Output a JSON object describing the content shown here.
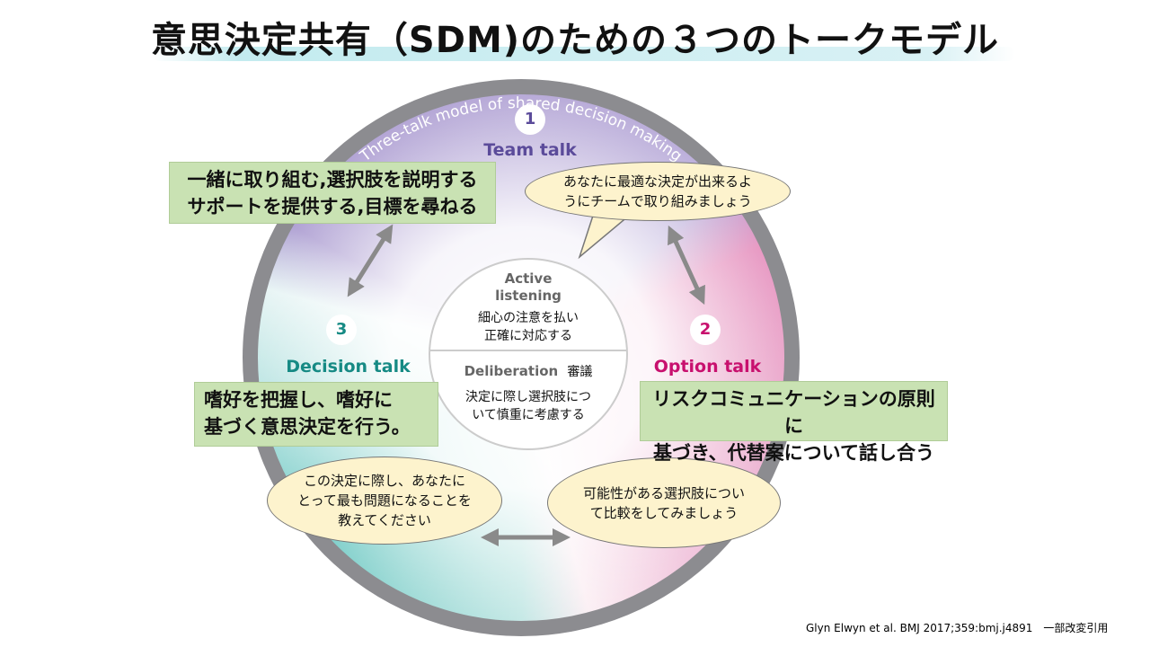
{
  "title": "意思決定共有（SDM)のための３つのトークモデル",
  "ring_label": "Three-talk model of shared decision making",
  "team": {
    "number": "1",
    "label": "Team talk",
    "box": [
      "一緒に取り組む,選択肢を説明する",
      "サポートを提供する,目標を尋ねる"
    ],
    "bubble": [
      "あなたに最適な決定が出来るよ",
      "うにチームで取り組みましょう"
    ],
    "color": "#5b4b9a"
  },
  "option": {
    "number": "2",
    "label": "Option talk",
    "box": [
      "リスクコミュニケーションの原則に",
      "基づき、代替案について話し合う"
    ],
    "bubble": [
      "可能性がある選択肢につい",
      "て比較をしてみましょう"
    ],
    "color": "#c8106e"
  },
  "decision": {
    "number": "3",
    "label": "Decision talk",
    "box": [
      "嗜好を把握し、嗜好に",
      "基づく意思決定を行う。"
    ],
    "bubble": [
      "この決定に際し、あなたに",
      "とって最も問題になることを",
      "教えてください"
    ],
    "color": "#168a84"
  },
  "center": {
    "top_en_1": "Active",
    "top_en_2": "listening",
    "top_jp_1": "細心の注意を払い",
    "top_jp_2": "正確に対応する",
    "bottom_en": "Deliberation",
    "bottom_en_jp": "審議",
    "bottom_jp_1": "決定に際し選択肢につ",
    "bottom_jp_2": "いて慎重に考慮する"
  },
  "citation": "Glyn Elwyn et al. BMJ 2017;359:bmj.j4891　一部改変引用"
}
